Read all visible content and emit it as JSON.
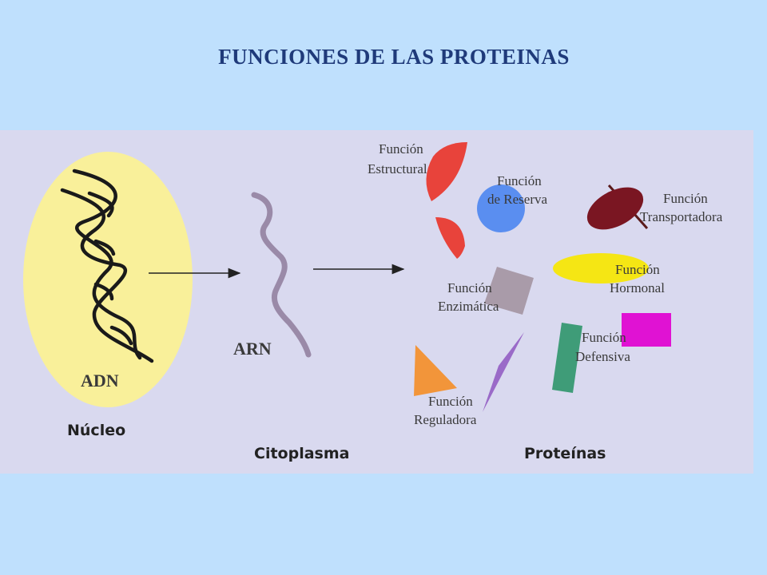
{
  "slide": {
    "title": "FUNCIONES DE LAS PROTEINAS"
  },
  "diagram": {
    "nucleus": {
      "molecule_label": "ADN",
      "caption": "Núcleo"
    },
    "cytoplasm": {
      "molecule_label": "ARN",
      "caption": "Citoplasma"
    },
    "proteins": {
      "caption": "Proteínas",
      "functions": [
        {
          "line1": "Función",
          "line2": "Estructural",
          "color": "#e8433b"
        },
        {
          "line1": "Función",
          "line2": "de Reserva",
          "color": "#5a8ef0"
        },
        {
          "line1": "Función",
          "line2": "Transportadora",
          "color": "#7a1622"
        },
        {
          "line1": "Función",
          "line2": "Enzimática",
          "color": "#a99ba9"
        },
        {
          "line1": "Función",
          "line2": "Hormonal",
          "color": "#f5e614"
        },
        {
          "line1": "Función",
          "line2": "Defensiva",
          "color": "#3f9c78"
        },
        {
          "line1": "Función",
          "line2": "Reguladora",
          "color": "#f2953a"
        }
      ],
      "extra_colors": {
        "magenta": "#e012d3",
        "violet": "#9a6ac8"
      }
    },
    "colors": {
      "slide_background": "#bfe0fd",
      "panel_background": "#d9d9ef",
      "nucleus_fill": "#f9f09a",
      "rna_color": "#9a8aa8",
      "title_color": "#1f3a7a"
    }
  }
}
